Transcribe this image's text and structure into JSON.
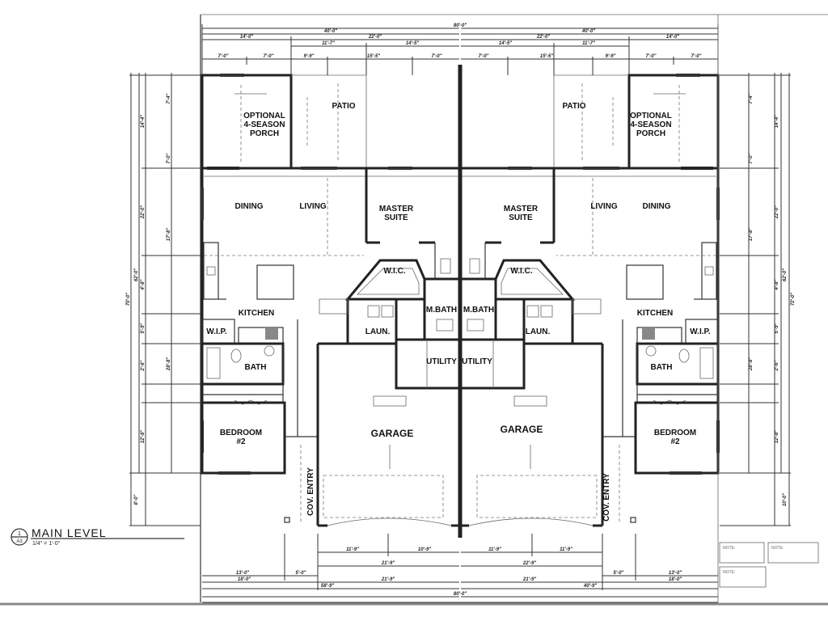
{
  "drawing": {
    "title": "MAIN LEVEL",
    "scale": "1/4\" = 1'-0\"",
    "tag_number": "1",
    "tag_sheet": "A3"
  },
  "rooms": {
    "left": {
      "porch": [
        "OPTIONAL",
        "4-SEASON",
        "PORCH"
      ],
      "patio": "PATIO",
      "dining": "DINING",
      "living": "LIVING",
      "master": [
        "MASTER",
        "SUITE"
      ],
      "wic": "W.I.C.",
      "kitchen": "KITCHEN",
      "wip": "W.I.P.",
      "mbath": "M.BATH",
      "laun": "LAUN.",
      "utility": "UTILITY",
      "bath": "BATH",
      "garage": "GARAGE",
      "bedroom": [
        "BEDROOM",
        "#2"
      ],
      "entry": "COV. ENTRY"
    },
    "right": {
      "porch": [
        "OPTIONAL",
        "4-SEASON",
        "PORCH"
      ],
      "patio": "PATIO",
      "dining": "DINING",
      "living": "LIVING",
      "master": [
        "MASTER",
        "SUITE"
      ],
      "wic": "W.I.C.",
      "kitchen": "KITCHEN",
      "wip": "W.I.P.",
      "mbath": "M.BATH",
      "laun": "LAUN.",
      "utility": "UTILITY",
      "bath": "BATH",
      "garage": "GARAGE",
      "bedroom": [
        "BEDROOM",
        "#2"
      ],
      "entry": "COV. ENTRY"
    }
  },
  "dimensions": {
    "top": {
      "overall": "80'-0\"",
      "halves": [
        "40'-0\"",
        "40'-0\""
      ],
      "row3": [
        "14'-0\"",
        "22'-0\"",
        "22'-0\"",
        "14'-0\""
      ],
      "row4": [
        "11'-7\"",
        "14'-5\"",
        "14'-5\"",
        "11'-7\""
      ],
      "row5": [
        "7'-0\"",
        "7'-0\"",
        "9'-9\"",
        "15'-5\"",
        "7'-0\"",
        "7'-0\"",
        "15'-5\"",
        "9'-9\"",
        "7'-0\"",
        "7'-0\""
      ]
    },
    "bottom": {
      "row1": [
        "11'-9\"",
        "10'-9\"",
        "11'-9\"",
        "11'-9\""
      ],
      "row2": [
        "21'-9\"",
        "22'-9\""
      ],
      "row3": [
        "13'-0\"",
        "5'-0\"",
        "5'-0\"",
        "13'-0\""
      ],
      "row4": [
        "18'-0\"",
        "21'-9\"",
        "21'-9\"",
        "18'-0\""
      ],
      "row5": [
        "58'-9\"",
        "40'-9\""
      ],
      "overall": "80'-0\""
    },
    "left": {
      "overall": "70'-0\"",
      "sub": [
        "62'-0\"",
        "8'-0\""
      ],
      "row3": [
        "14'-4\"",
        "22'-0\"",
        "4'-8\"",
        "5'-9\"",
        "2'-6\"",
        "12'-8\""
      ],
      "row4": [
        "7'-4\"",
        "7'-0\"",
        "17'-8\"",
        "28'-8\""
      ]
    },
    "right": {
      "overall": "72'-0\"",
      "sub": [
        "62'-0\"",
        "10'-0\""
      ],
      "row3": [
        "14'-4\"",
        "22'-0\"",
        "4'-8\"",
        "5'-9\"",
        "2'-6\"",
        "12'-8\""
      ],
      "row4": [
        "7'-4\"",
        "7'-0\"",
        "17'-8\"",
        "28'-8\""
      ]
    }
  },
  "notes": [
    "NOTE:",
    "NOTE:",
    "NOTE:"
  ]
}
